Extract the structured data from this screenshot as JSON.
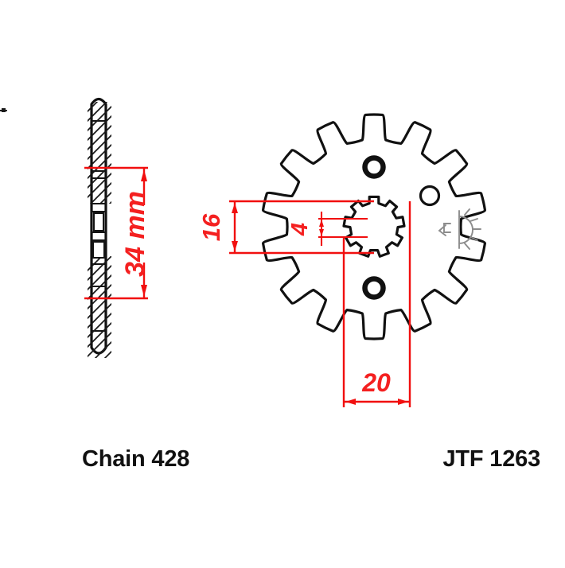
{
  "document": {
    "type": "technical-drawing",
    "subject": "motorcycle front sprocket",
    "background_color": "#ffffff",
    "line_color": "#111111",
    "dimension_color": "#f42020"
  },
  "captions": {
    "chain_label": "Chain 428",
    "part_number_label": "JTF 1263"
  },
  "dimensions": {
    "thickness": {
      "value": "34 mm",
      "orientation": "vertical",
      "view": "side-section"
    },
    "hub_width": {
      "value": "16",
      "orientation": "vertical",
      "view": "front"
    },
    "spline_depth": {
      "value": "4",
      "orientation": "vertical",
      "view": "front"
    },
    "offset": {
      "value": "20",
      "orientation": "horizontal",
      "view": "front"
    }
  },
  "views": {
    "side_view": {
      "name": "side-section-view",
      "description": "cross-section with diagonal hatching"
    },
    "front_view": {
      "name": "front-view",
      "teeth_count": 14,
      "bolt_holes": 2,
      "pin_hole": 1,
      "center_hub": "splined-bore"
    }
  },
  "symbols": {
    "surface_mark": "surface-finish-symbol"
  }
}
